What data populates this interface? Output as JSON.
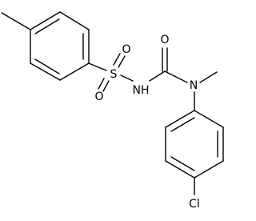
{
  "molecule": {
    "atoms": {
      "sulfur": "S",
      "oxygen_sulfonyl_upper": "O",
      "oxygen_sulfonyl_lower": "O",
      "nitrogen_amide": "NH",
      "oxygen_carbonyl": "O",
      "nitrogen_methyl": "N",
      "chlorine": "Cl"
    }
  },
  "colors": {
    "line": "#000000",
    "text": "#000000",
    "background": "#ffffff"
  }
}
